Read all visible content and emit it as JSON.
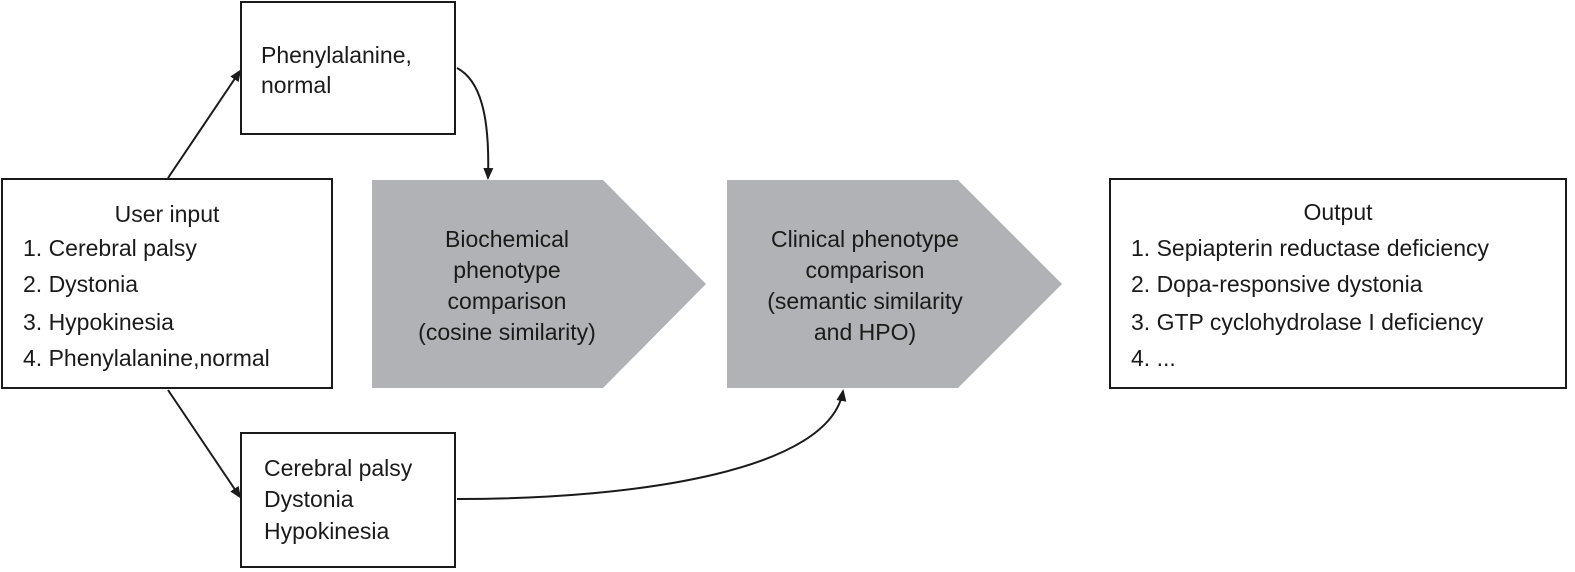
{
  "phenylalanine_box": {
    "lines": [
      "Phenylalanine,",
      "normal"
    ]
  },
  "user_input": {
    "title": "User input",
    "items": [
      "1. Cerebral palsy",
      "2. Dystonia",
      "3. Hypokinesia",
      "4. Phenylalanine,normal"
    ]
  },
  "biochemical": {
    "lines": [
      "Biochemical",
      "phenotype",
      "comparison",
      "(cosine similarity)"
    ]
  },
  "clinical": {
    "lines": [
      "Clinical phenotype",
      "comparison",
      "(semantic similarity",
      "and HPO)"
    ]
  },
  "output": {
    "title": "Output",
    "items": [
      "1. Sepiapterin reductase deficiency",
      "2. Dopa-responsive dystonia",
      "3. GTP cyclohydrolase I deficiency",
      "4. ..."
    ]
  },
  "symptoms_box": {
    "lines": [
      "Cerebral palsy",
      "Dystonia",
      "Hypokinesia"
    ]
  },
  "colors": {
    "stroke": "#1a1a1a",
    "chevron_fill": "#b1b2b5",
    "background": "#ffffff"
  }
}
